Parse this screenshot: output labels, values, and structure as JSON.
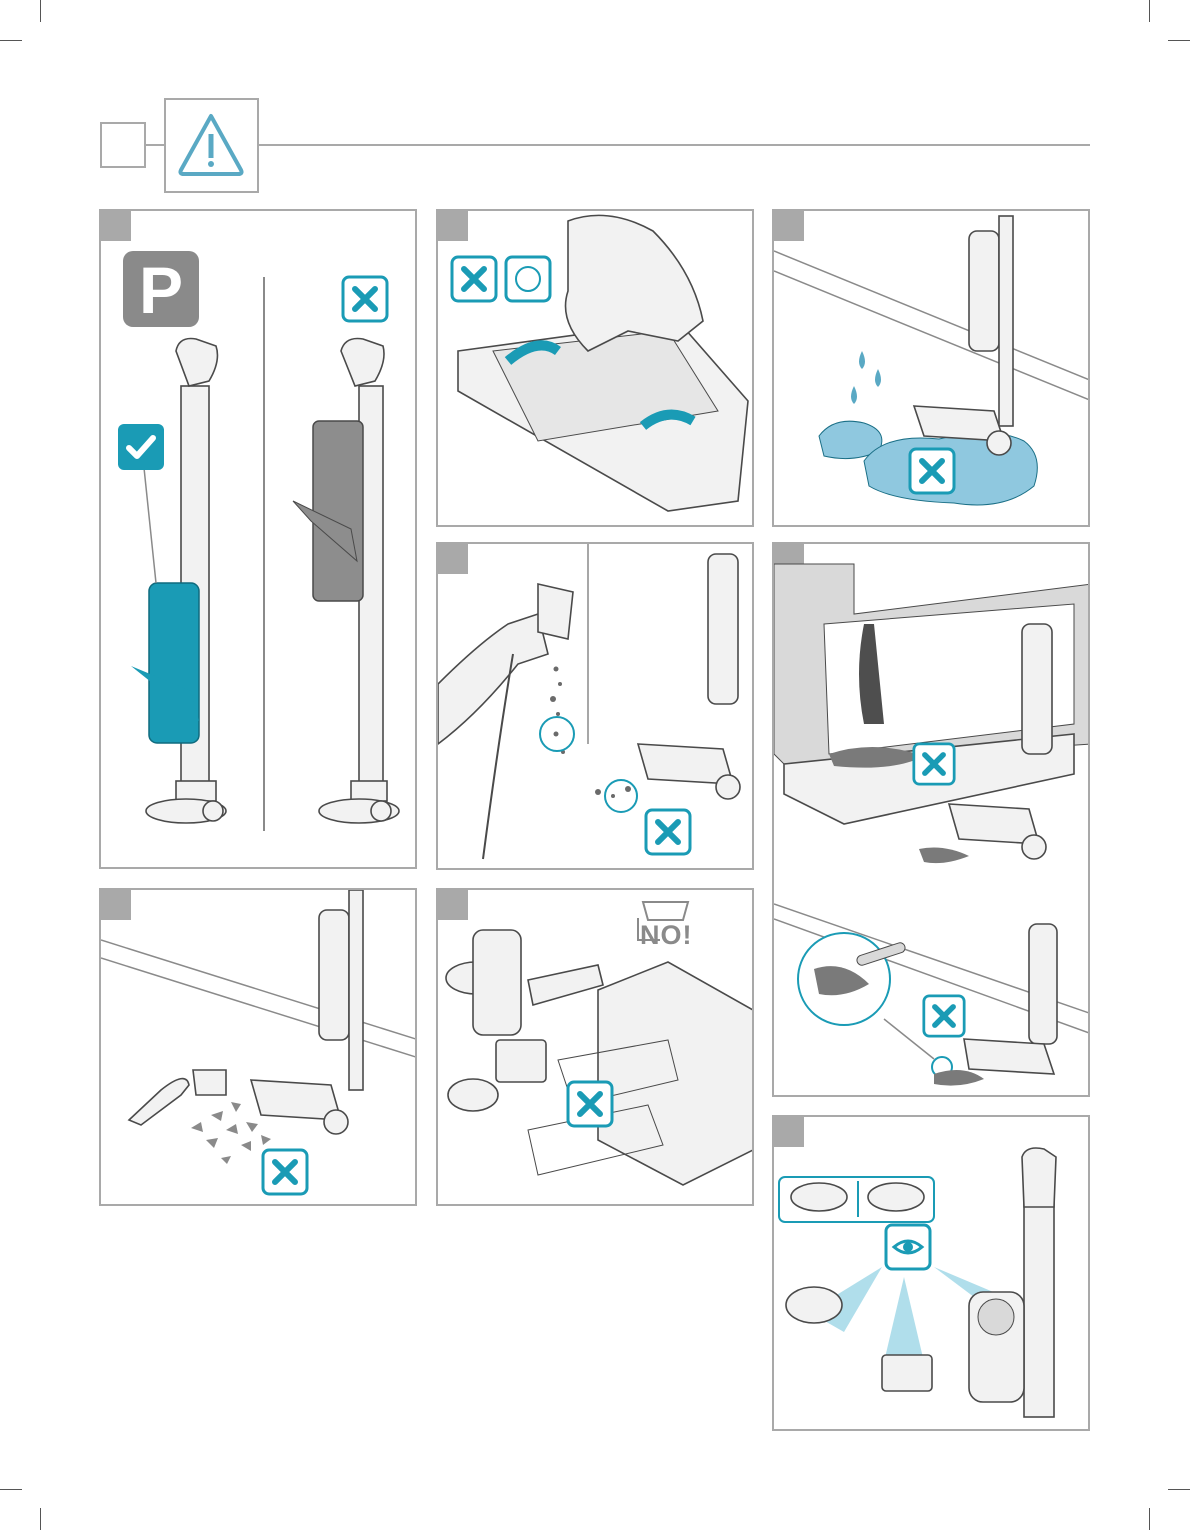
{
  "header": {
    "icon": "warning-triangle-icon",
    "accent_color": "#5aa9c4"
  },
  "colors": {
    "accent": "#1a9bb5",
    "panel_border": "#a9a9a9",
    "tab": "#a9a9a9"
  },
  "panels": [
    {
      "id": "park-position",
      "badge_text": "P",
      "icons": [
        "check-icon",
        "cross-icon"
      ]
    },
    {
      "id": "brush-roll",
      "icons": [
        "cross-icon",
        "rotate-icon"
      ]
    },
    {
      "id": "wet-floor",
      "icons": [
        "water-drops-icon",
        "cross-icon"
      ]
    },
    {
      "id": "fine-dust",
      "icons": [
        "sander-icon",
        "cross-icon"
      ]
    },
    {
      "id": "hot-ash",
      "icons": [
        "fireplace-icon",
        "cross-icon",
        "cigarette-icon"
      ]
    },
    {
      "id": "sharp-objects",
      "icons": [
        "broken-glass-icon",
        "cross-icon"
      ]
    },
    {
      "id": "dishwasher",
      "no_label": "NO!",
      "icons": [
        "dishwasher-icon",
        "cross-icon"
      ]
    },
    {
      "id": "inspect-filters",
      "icons": [
        "eye-icon",
        "brush-icon"
      ]
    }
  ]
}
